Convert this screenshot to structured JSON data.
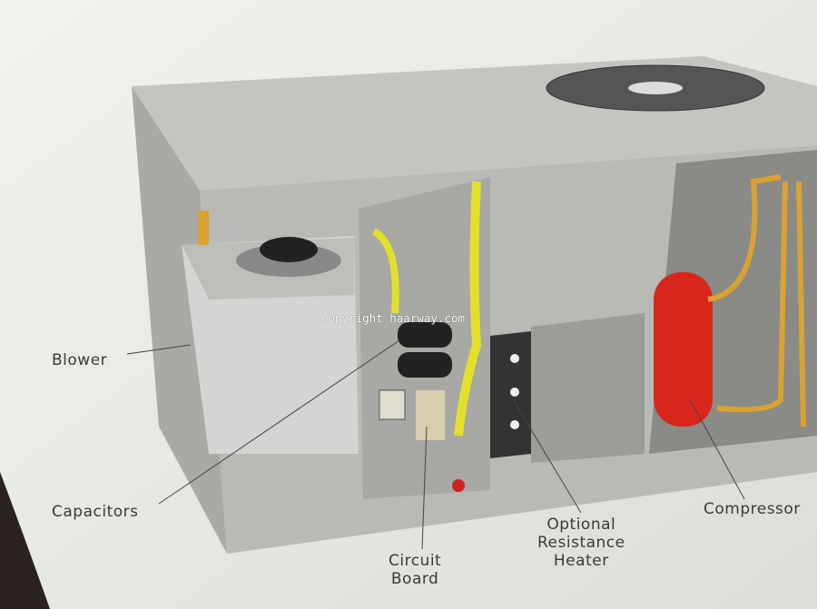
{
  "diagram": {
    "labels": {
      "blower": "Blower",
      "capacitors": "Capacitors",
      "circuit_board": [
        "Circuit",
        "Board"
      ],
      "heater": [
        "Optional",
        "Resistance",
        "Heater"
      ],
      "compressor": "Compressor"
    },
    "watermark": "Copyright haarway.com",
    "colors": {
      "casing": "#c9c9c6",
      "wiring": "#e2e02a",
      "compressor": "#d8261c",
      "tubing": "#d9a233"
    }
  }
}
